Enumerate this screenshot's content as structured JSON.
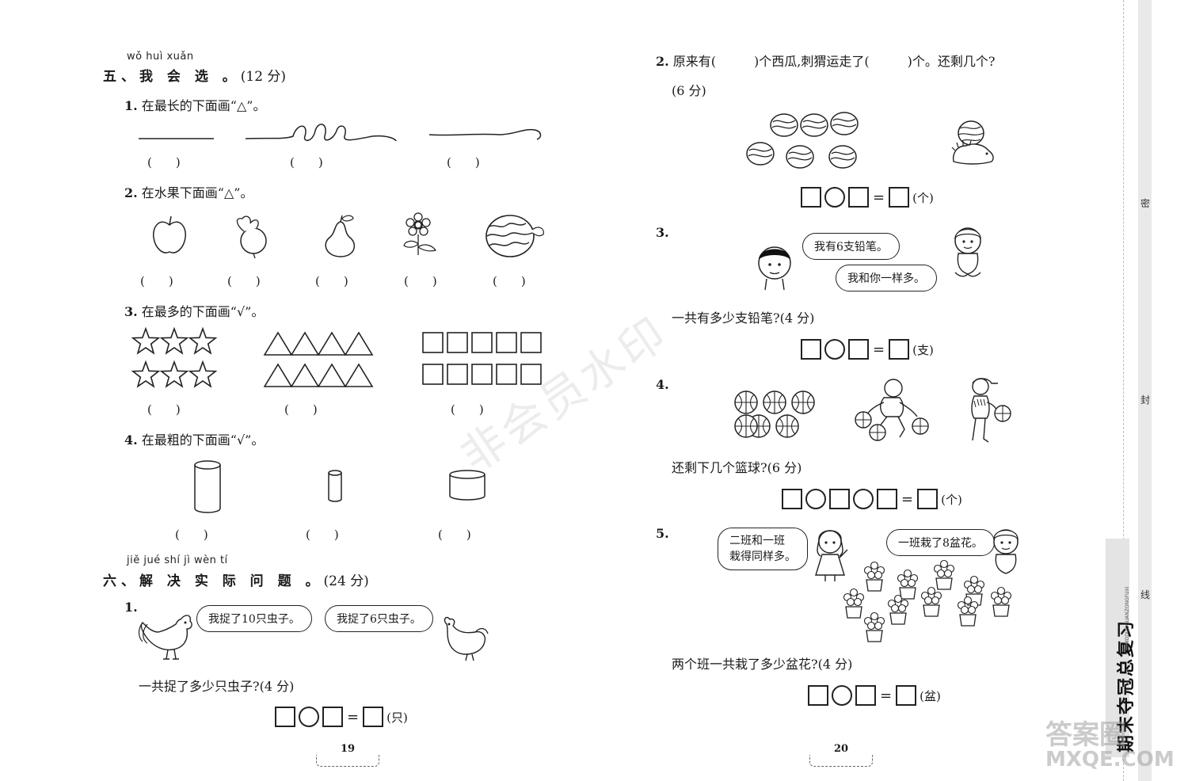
{
  "left": {
    "sec5": {
      "pinyin": "wǒ huì xuǎn",
      "title": "五、我 会 选 。",
      "points": "(12 分)"
    },
    "q1": {
      "num": "1.",
      "text": "在最长的下面画“△”。",
      "parens": [
        "(　　)",
        "(　　)",
        "(　　)"
      ]
    },
    "q2": {
      "num": "2.",
      "text": "在水果下面画“△”。",
      "parens": [
        "(　　)",
        "(　　)",
        "(　　)",
        "(　　)",
        "(　　)"
      ],
      "icons": [
        "apple-icon",
        "radish-icon",
        "pear-icon",
        "flower-icon",
        "watermelon-icon"
      ]
    },
    "q3": {
      "num": "3.",
      "text": "在最多的下面画“√”。",
      "parens": [
        "(　　)",
        "(　　)",
        "(　　)"
      ],
      "icons": [
        "star-icon",
        "triangle-icon",
        "square-icon"
      ]
    },
    "q4": {
      "num": "4.",
      "text": "在最粗的下面画“√”。",
      "parens": [
        "(　　)",
        "(　　)",
        "(　　)"
      ],
      "icons": [
        "cylinder-icon"
      ]
    },
    "sec6": {
      "pinyin": "jiě jué shí jì wèn tí",
      "title": "六、解 决 实 际 问 题 。",
      "points": "(24 分)"
    },
    "p1": {
      "num": "1.",
      "bubble1": "我捉了10只虫子。",
      "bubble2": "我捉了6只虫子。",
      "question": "一共捉了多少只虫子?(4 分)",
      "unit": "(只)",
      "icons": [
        "rooster-icon",
        "hen-icon"
      ]
    },
    "page": "19"
  },
  "right": {
    "p2": {
      "num": "2.",
      "text": "原来有(　　　)个西瓜,刺猬运走了(　　　)个。还剩几个?",
      "points": "(6 分)",
      "unit": "(个)",
      "icons": [
        "watermelon-icon",
        "hedgehog-icon"
      ]
    },
    "p3": {
      "num": "3.",
      "bubble1": "我有6支铅笔。",
      "bubble2": "我和你一样多。",
      "question": "一共有多少支铅笔?(4 分)",
      "unit": "(支)",
      "icons": [
        "boy-icon"
      ]
    },
    "p4": {
      "num": "4.",
      "question": "还剩下几个篮球?(6 分)",
      "unit": "(个)",
      "icons": [
        "basketball-icon",
        "player-icon"
      ]
    },
    "p5": {
      "num": "5.",
      "bubble1": "二班和一班\n栽得同样多。",
      "bubble2": "一班栽了8盆花。",
      "question": "两个班一共栽了多少盆花?(4 分)",
      "unit": "(盆)",
      "icons": [
        "potted-flower-icon",
        "girl-icon"
      ]
    },
    "page": "20"
  },
  "watermark": "非会员水印",
  "sidebar": {
    "chars": [
      "密",
      "封",
      "线"
    ],
    "book_title": "期末夺冠总复习",
    "book_pinyin": "QIMODUOGUANZONGFUXI"
  },
  "corner_logo": {
    "text1": "答案圈",
    "text2": "MXQE.COM"
  },
  "equals": "="
}
